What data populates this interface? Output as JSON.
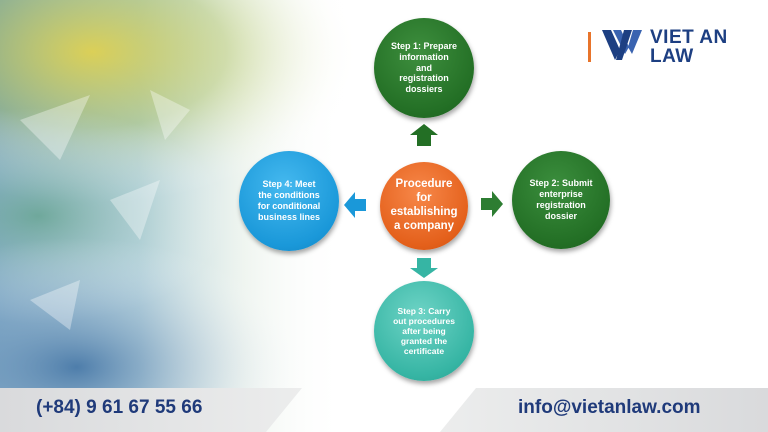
{
  "logo": {
    "line1": "VIET AN",
    "line2": "LAW"
  },
  "diagram": {
    "center": [
      "Procedure",
      "for",
      "establishing",
      "a company"
    ],
    "step1": [
      "Step 1: Prepare",
      "information",
      "and",
      "registration",
      "dossiers"
    ],
    "step2": [
      "Step 2: Submit",
      "enterprise",
      "registration",
      "dossier"
    ],
    "step3": [
      "Step 3: Carry",
      "out procedures",
      "after being",
      "granted the",
      "certificate"
    ],
    "step4": [
      "Step 4: Meet",
      "the conditions",
      "for conditional",
      "business lines"
    ]
  },
  "footer": {
    "phone": "(+84) 9 61 67 55 66",
    "email": "info@vietanlaw.com"
  },
  "colors": {
    "center": "#e4601b",
    "step1": "#236f25",
    "step2": "#236f25",
    "step3": "#36b5a4",
    "step4": "#1a98d9",
    "text_dark": "#1f3a7a",
    "accent": "#e8742b"
  }
}
